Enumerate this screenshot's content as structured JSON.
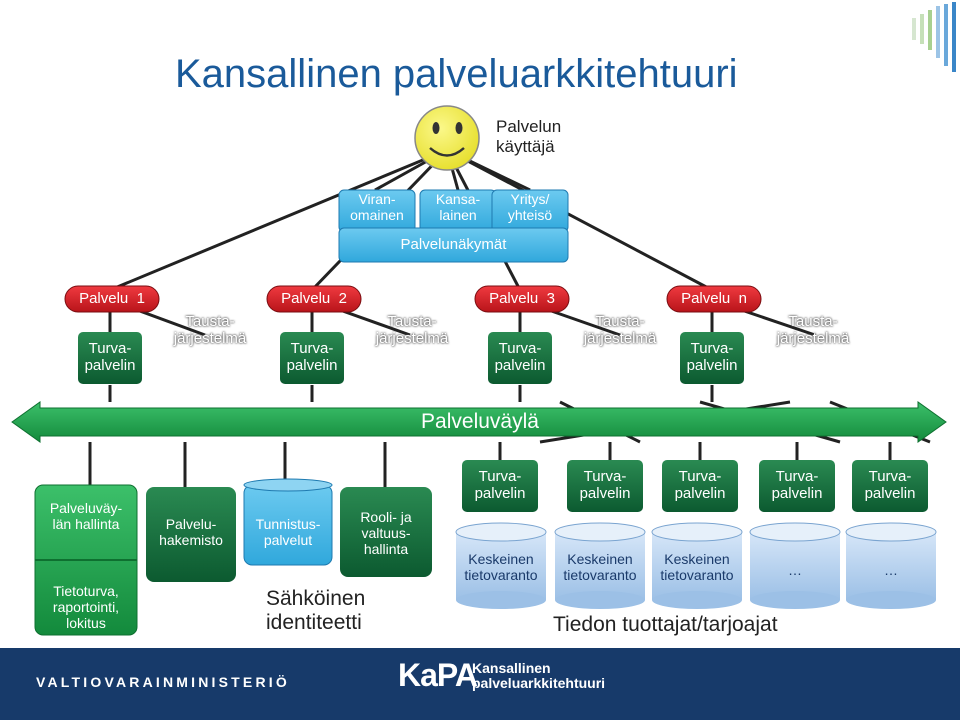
{
  "title": "Kansallinen palveluarkkitehtuuri",
  "user": {
    "label": "Palvelun\nkäyttäjä"
  },
  "views": [
    {
      "label": "Viran-\nomainen"
    },
    {
      "label": "Kansa-\nlainen"
    },
    {
      "label": "Yritys/\nyhteisö"
    }
  ],
  "service_view_label": "Palvelunäkymät",
  "services": [
    {
      "name": "Palvelu  1",
      "backend": "Tausta-\njärjestelmä",
      "gateway": "Turva-\npalvelin"
    },
    {
      "name": "Palvelu  2",
      "backend": "Tausta-\njärjestelmä",
      "gateway": "Turva-\npalvelin"
    },
    {
      "name": "Palvelu  3",
      "backend": "Tausta-\njärjestelmä",
      "gateway": "Turva-\npalvelin"
    },
    {
      "name": "Palvelu  n",
      "backend": "Tausta-\njärjestelmä",
      "gateway": "Turva-\npalvelin"
    }
  ],
  "bus_label": "Palveluväylä",
  "admin": {
    "top": "Palveluväy-\nlän hallinta",
    "bottom": "Tietoturva,\nraportointi,\nlokitus"
  },
  "directory": "Palvelu-\nhakemisto",
  "identity": {
    "auth": "Tunnistus-\npalvelut",
    "roles": "Rooli- ja\nvaltuus-\nhallinta",
    "caption": "Sähköinen\nidentiteetti"
  },
  "providers": {
    "gateway_label": "Turva-\npalvelin",
    "stores": [
      "Keskeinen\ntietovaranto",
      "Keskeinen\ntietovaranto",
      "Keskeinen\ntietovaranto",
      "…",
      "…"
    ],
    "caption": "Tiedon tuottajat/tarjoajat"
  },
  "footer": {
    "ministry": "VALTIOVARAINMINISTERIÖ",
    "logo": "KaPA",
    "logo_sub": "Kansallinen\npalveluarkkitehtuuri"
  },
  "colors": {
    "title": "#1a5a9a",
    "service_red": "#d41c24",
    "gateway_green": "#0f6b3a",
    "bus_green": "#1aa34a",
    "view_blue": "#40b8e8",
    "store_blue": "#b8d4f0",
    "footer_navy": "#173a6a",
    "smiley_yellow": "#f2ee50"
  }
}
